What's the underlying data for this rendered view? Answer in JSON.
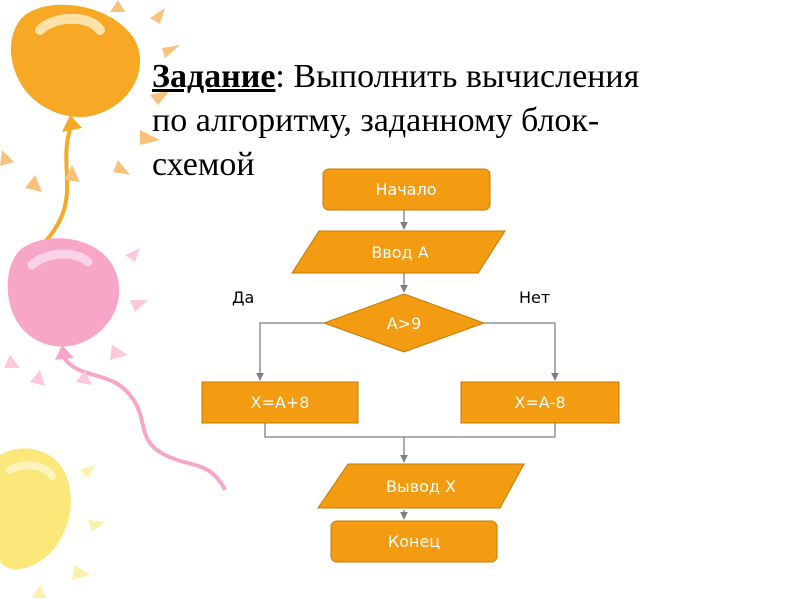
{
  "title": {
    "keyword": "Задание",
    "rest_line1": ": Выполнить вычисления",
    "line2": "по алгоритму, заданному блок-",
    "line3": "схемой"
  },
  "flowchart": {
    "start": "Начало",
    "input": "Ввод А",
    "condition": "А>9",
    "yes_label": "Да",
    "no_label": "Нет",
    "yes_action": "Х=А+8",
    "no_action": "Х=А-8",
    "output": "Вывод Х",
    "end": "Конец"
  },
  "colors": {
    "block_fill": "#f39c12",
    "block_stroke": "#c57a00",
    "line": "#7f7f7f",
    "balloon_orange": "#f7a825",
    "balloon_pink": "#f7a6c8",
    "balloon_yellow": "#fbe77a"
  }
}
